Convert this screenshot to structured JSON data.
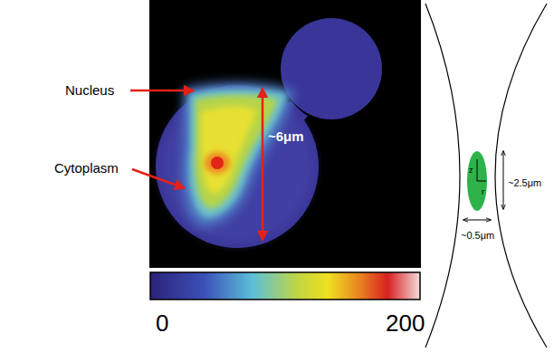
{
  "diagram": {
    "labels": [
      "Nucleus",
      "Cytoplasm",
      "~6μm",
      "z",
      "r",
      "~2.5μm",
      "~0.5μm",
      "0",
      "200"
    ]
  }
}
